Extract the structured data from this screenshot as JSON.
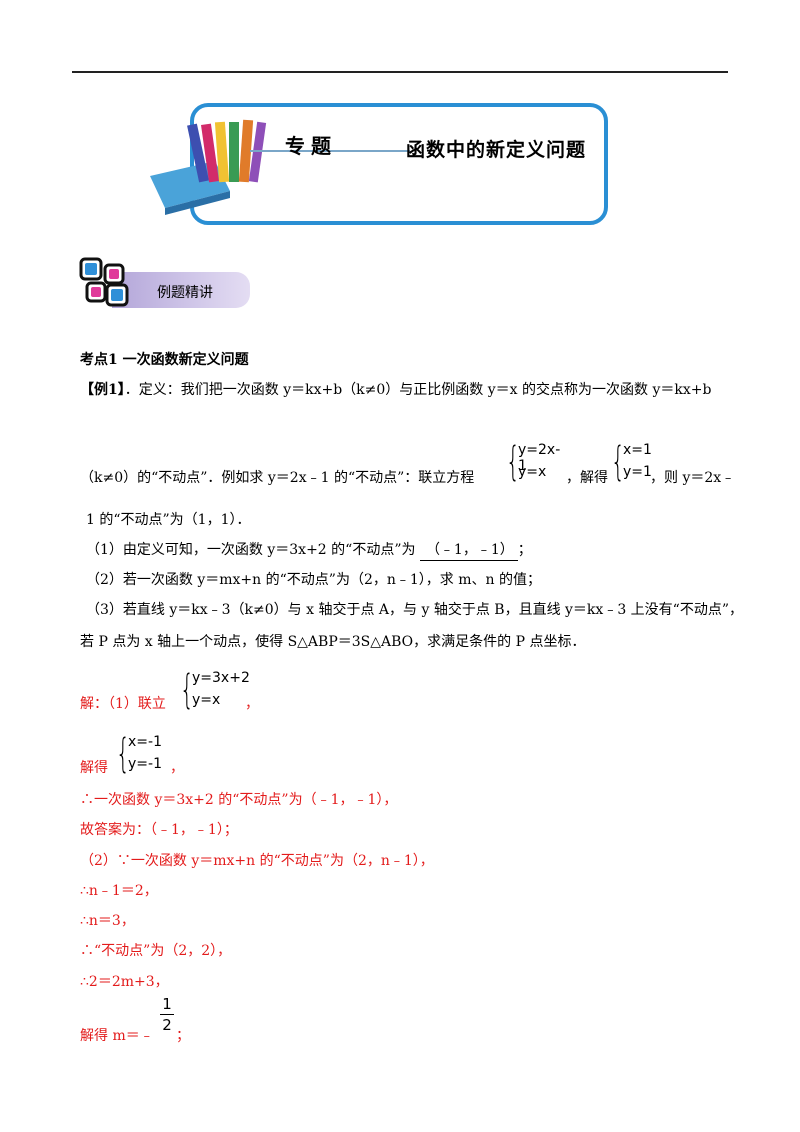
{
  "banner": {
    "left": "专题",
    "right": "函数中的新定义问题"
  },
  "section": "例题精讲",
  "kaodian": "考点1  一次函数新定义问题",
  "example": {
    "tag": "【例1】",
    "l1": "．定义：我们把一次函数 y＝kx+b（k≠0）与正比例函数 y＝x 的交点称为一次函数 y＝kx+b",
    "l2a": "（k≠0）的“不动点”．例如求 y＝2x﹣1 的“不动点”：联立方程",
    "l2b": "，解得",
    "l2c": "，则 y＝2x﹣",
    "sys1": [
      "y=2x-1",
      "y=x"
    ],
    "sys2": [
      "x=1",
      "y=1"
    ],
    "l3": "1 的“不动点”为（1，1）．",
    "q1a": "（1）由定义可知，一次函数 y＝3x+2 的“不动点”为",
    "q1ans": "（﹣1，﹣1）",
    "q1b": "；",
    "q2": "（2）若一次函数 y＝mx+n 的“不动点”为（2，n﹣1），求 m、n 的值；",
    "q3a": "（3）若直线 y＝kx﹣3（k≠0）与 x 轴交于点 A，与 y 轴交于点 B，且直线 y＝kx﹣3 上没有“不动点”，",
    "q3b": "若 P 点为 x 轴上一个动点，使得 S△ABP＝3S△ABO，求满足条件的 P 点坐标．"
  },
  "solution": {
    "s1a": "解：（1）联立",
    "s1b": "，",
    "sys3": [
      "y=3x+2",
      "y=x"
    ],
    "s2a": "解得",
    "s2b": "，",
    "sys4": [
      "x=-1",
      "y=-1"
    ],
    "s3": "∴一次函数 y＝3x+2 的“不动点”为（﹣1，﹣1），",
    "s4": "故答案为：（﹣1，﹣1）；",
    "s5": "（2）∵一次函数 y＝mx+n 的“不动点”为（2，n﹣1），",
    "s6": "∴n﹣1＝2，",
    "s7": "∴n＝3，",
    "s8": "∴“不动点”为（2，2），",
    "s9": "∴2＝2m+3，",
    "s10a": "解得 m＝﹣",
    "s10b": "；",
    "frac_num": "1",
    "frac_den": "2"
  },
  "colors": {
    "answer": "#e31b1b",
    "banner_border": "#2a8fd4"
  }
}
